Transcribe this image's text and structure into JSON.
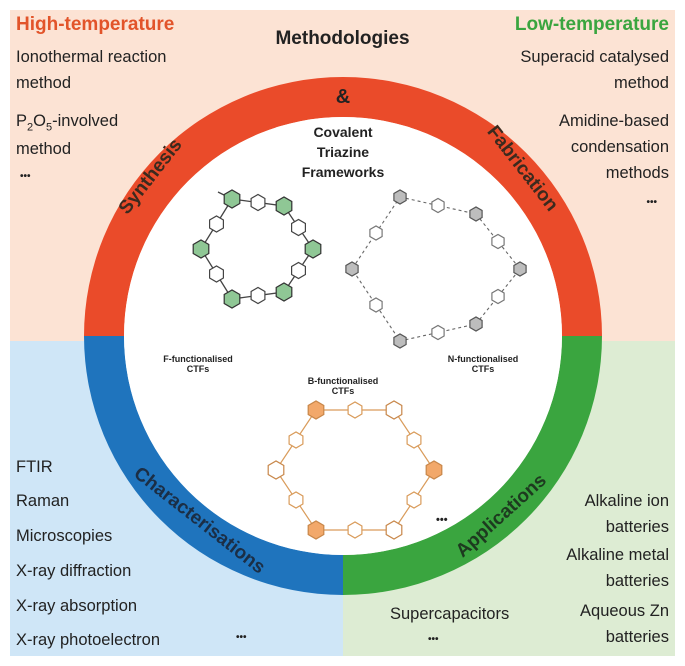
{
  "top_left": {
    "heading": "High-temperature",
    "items": [
      "Ionothermal reaction",
      "method",
      "P2O5-involved",
      "method",
      "•••"
    ],
    "subscript_items": {
      "p2o5_prefix": "P",
      "sub1": "2",
      "mid": "O",
      "sub2": "5",
      "suffix": "-involved"
    }
  },
  "top_center": {
    "title": "Methodologies",
    "ampersand": "&"
  },
  "top_right": {
    "heading": "Low-temperature",
    "items": [
      "Superacid catalysed",
      "method",
      "Amidine-based",
      "condensation",
      "methods",
      "•••"
    ]
  },
  "ring": {
    "synthesis": "Synthesis",
    "fabrication": "Fabrication",
    "characterisations": "Characterisations",
    "applications": "Applications"
  },
  "center": {
    "title_lines": [
      "Covalent",
      "Triazine",
      "Frameworks"
    ],
    "f_label": [
      "F-functionalised",
      "CTFs"
    ],
    "n_label": [
      "N-functionalised",
      "CTFs"
    ],
    "b_label": [
      "B-functionalised",
      "CTFs"
    ],
    "ellipsis": "•••"
  },
  "bottom_left": {
    "items": [
      "FTIR",
      "Raman",
      "Microscopies",
      "X-ray diffraction",
      "X-ray absorption",
      "X-ray photoelectron"
    ],
    "ellipsis": "•••"
  },
  "bottom_right": {
    "items": [
      "Alkaline ion",
      "batteries",
      "Alkaline metal",
      "batteries",
      "Aqueous Zn",
      "batteries"
    ],
    "supercap": "Supercapacitors",
    "ellipsis": "•••"
  },
  "colors": {
    "quad_tl": "#fce3d4",
    "quad_tr": "#fce3d4",
    "quad_bl": "#cfe6f7",
    "quad_br": "#ddecd3",
    "ring_red": "#ea4b2a",
    "ring_blue": "#1f74bd",
    "ring_green": "#3aa53f",
    "head_orange": "#e2542a",
    "head_green": "#3aa53f",
    "f_node": "#8fc795",
    "b_node": "#f2a86a",
    "n_node": "#bdbdbd"
  }
}
